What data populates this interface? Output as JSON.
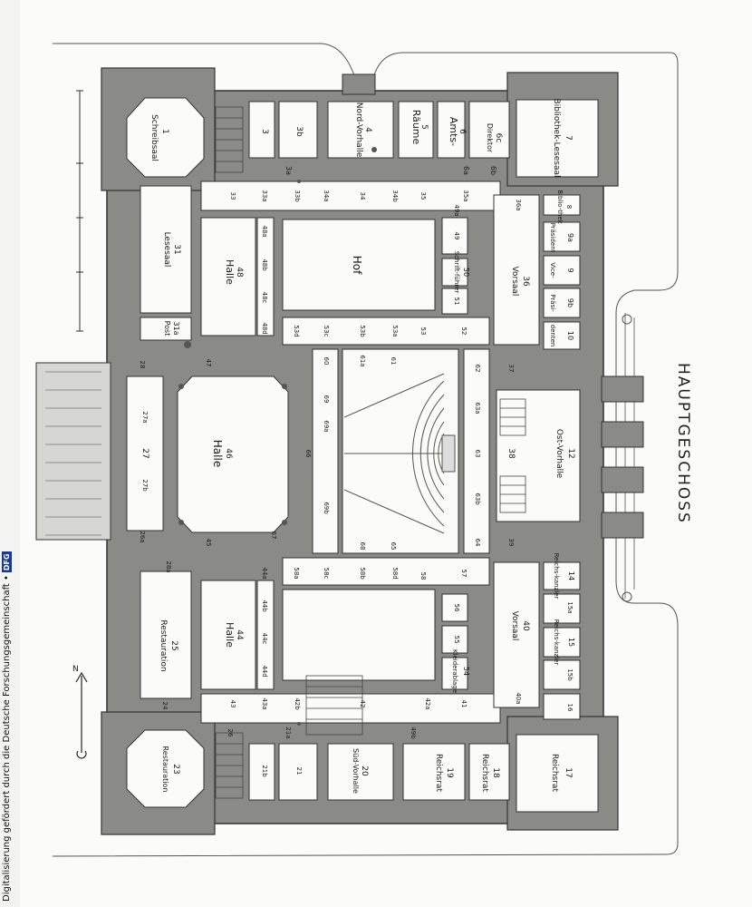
{
  "title": "HAUPTGESCHOSS",
  "credit": "Digitalisierung gefördert durch die Deutsche Forschungsgemeinschaft •",
  "credit_logo": "DFG",
  "north": "N",
  "colors": {
    "wall": "#8a8a86",
    "room": "#fbfbf9",
    "line": "#333333",
    "paper": "#f4f4f2"
  },
  "rooms": [
    {
      "id": "1",
      "name": "Schreibsaal"
    },
    {
      "id": "3",
      "name": ""
    },
    {
      "id": "3b",
      "name": ""
    },
    {
      "id": "3a",
      "name": ""
    },
    {
      "id": "4",
      "name": "Nord-Vorhalle"
    },
    {
      "id": "5",
      "name": "Räume"
    },
    {
      "id": "6",
      "name": "Amts-"
    },
    {
      "id": "6c",
      "name": "Direktor"
    },
    {
      "id": "6a",
      "name": ""
    },
    {
      "id": "6b",
      "name": ""
    },
    {
      "id": "7",
      "name": "Bibliothek-Lesesaal"
    },
    {
      "id": "8",
      "name": "Biblio-thek"
    },
    {
      "id": "9a",
      "name": "Präsident"
    },
    {
      "id": "9",
      "name": "Vice-"
    },
    {
      "id": "9b",
      "name": "Präsi-"
    },
    {
      "id": "10",
      "name": "denten"
    },
    {
      "id": "31",
      "name": "Lesesaal"
    },
    {
      "id": "31a",
      "name": "Post"
    },
    {
      "id": "48",
      "name": "Halle"
    },
    {
      "id": "Hof",
      "name": ""
    },
    {
      "id": "50",
      "name": "Schrift-führer"
    },
    {
      "id": "36",
      "name": "Vorsaal"
    },
    {
      "id": "46",
      "name": "Halle"
    },
    {
      "id": "27",
      "name": ""
    },
    {
      "id": "12",
      "name": "Ost-Vorhalle"
    },
    {
      "id": "38",
      "name": ""
    },
    {
      "id": "44",
      "name": "Halle"
    },
    {
      "id": "25",
      "name": "Restauration"
    },
    {
      "id": "23",
      "name": "Restauration"
    },
    {
      "id": "20",
      "name": "Süd-Vorhalle"
    },
    {
      "id": "19",
      "name": "Reichsrat"
    },
    {
      "id": "18",
      "name": "Reichsrat"
    },
    {
      "id": "17",
      "name": "Reichsrat"
    },
    {
      "id": "40",
      "name": "Vorsaal"
    },
    {
      "id": "14",
      "name": "Reichs-kanzler"
    },
    {
      "id": "15",
      "name": "Reichs-kanzler"
    },
    {
      "id": "54",
      "name": "Kleiderablage"
    }
  ],
  "small_labels": [
    "33",
    "33a",
    "33b",
    "34a",
    "34",
    "34b",
    "35",
    "35a",
    "36a",
    "48a",
    "48b",
    "48c",
    "48d",
    "49",
    "51",
    "52",
    "53",
    "53a",
    "53b",
    "53c",
    "53d",
    "37",
    "47",
    "60",
    "61",
    "61a",
    "62",
    "63",
    "63a",
    "63b",
    "64",
    "69",
    "69a",
    "69b",
    "66",
    "67",
    "45",
    "44a",
    "44b",
    "44c",
    "44d",
    "43",
    "43a",
    "58",
    "58a",
    "58b",
    "58c",
    "58d",
    "57",
    "56",
    "55",
    "41",
    "42",
    "42a",
    "42b",
    "21",
    "21a",
    "21b",
    "24",
    "26",
    "26a",
    "28",
    "28a",
    "27a",
    "27b",
    "39",
    "16",
    "15a",
    "15b",
    "40a",
    "49a",
    "49b",
    "65",
    "68"
  ]
}
